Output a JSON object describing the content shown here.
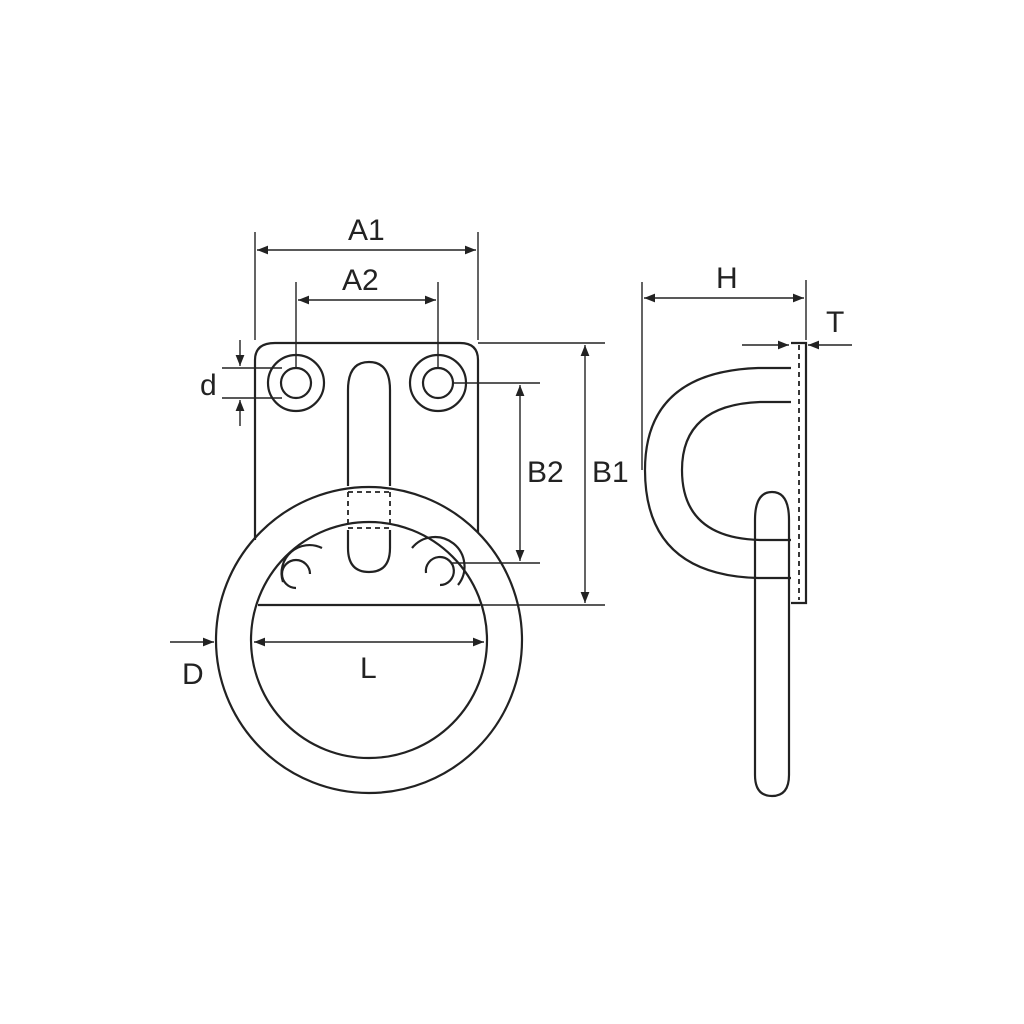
{
  "labels": {
    "A1": "A1",
    "A2": "A2",
    "B1": "B1",
    "B2": "B2",
    "d": "d",
    "D": "D",
    "L": "L",
    "H": "H",
    "T": "T"
  }
}
